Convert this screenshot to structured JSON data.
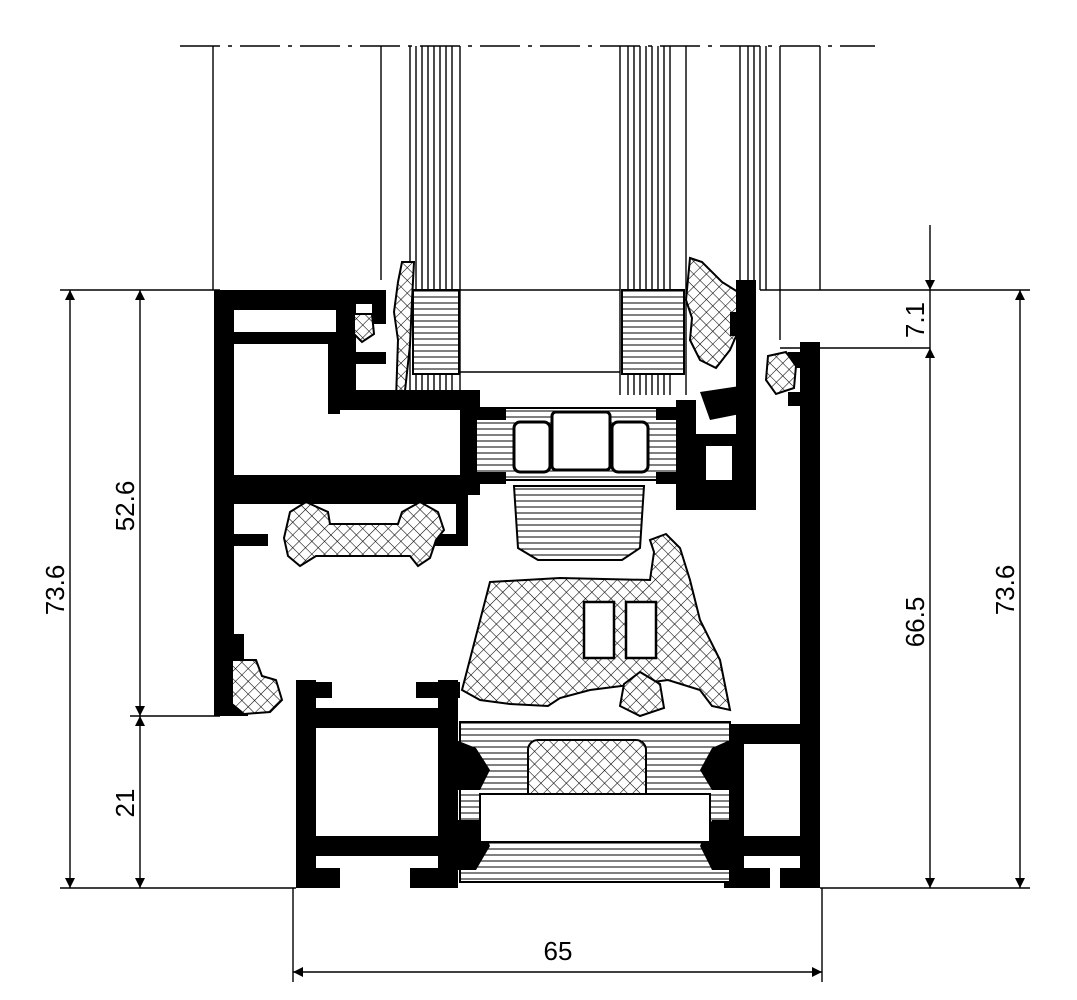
{
  "drawing": {
    "type": "window-profile-section",
    "units": "mm",
    "dimensions": [
      {
        "id": "overall-height-left",
        "label": "73.6",
        "value": 73.6
      },
      {
        "id": "sash-height",
        "label": "52.6",
        "value": 52.6
      },
      {
        "id": "frame-base-height",
        "label": "21",
        "value": 21
      },
      {
        "id": "glazing-rebate",
        "label": "7.1",
        "value": 7.1
      },
      {
        "id": "frame-inner-height",
        "label": "66.5",
        "value": 66.5
      },
      {
        "id": "overall-height-right",
        "label": "73.6",
        "value": 73.6
      },
      {
        "id": "frame-width",
        "label": "65",
        "value": 65
      }
    ]
  }
}
